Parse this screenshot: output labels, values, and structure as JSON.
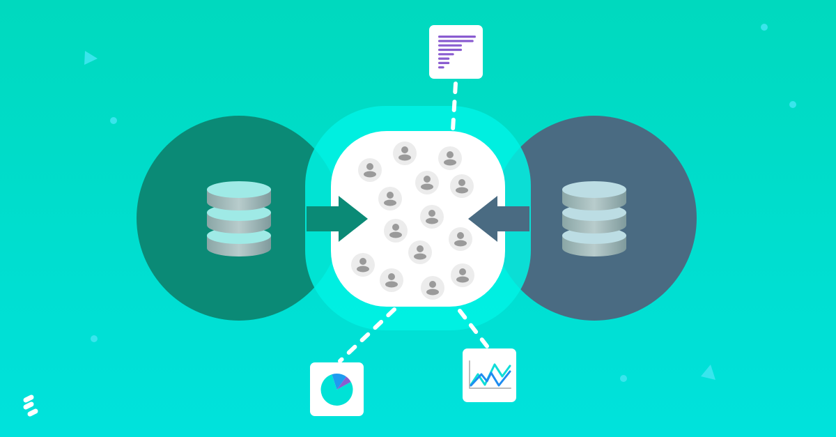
{
  "colors": {
    "background_top": "#00d9be",
    "background_bottom": "#00e2dc",
    "left_circle": "#0b8a76",
    "right_circle": "#4a6b82",
    "hub_glow": "#00f2e4",
    "hub": "#ffffff",
    "person_bg": "#ececec",
    "person": "#9a9a9a",
    "bar_chart": "#8a5cd0",
    "pie_main": "#00e2d6",
    "pie_purple": "#8a5cd0",
    "pie_blue": "#1e9bf0",
    "line_cyan": "#10ddd8",
    "line_blue": "#1e8cf0"
  },
  "icons": {
    "left_source": "database-icon",
    "right_source": "database-icon",
    "hub_items": "person-icon",
    "top_card": "bar-chart-icon",
    "bottom_left_card": "pie-chart-icon",
    "bottom_right_card": "line-chart-icon",
    "logo": "stacked-pills-logo"
  },
  "hub_person_count": 14,
  "bar_chart_relative_lengths": [
    1,
    0.94,
    0.63,
    0.63,
    0.42,
    0.3,
    0.3,
    0.16
  ],
  "pie_chart_slices": [
    0.78,
    0.07,
    0.15
  ]
}
